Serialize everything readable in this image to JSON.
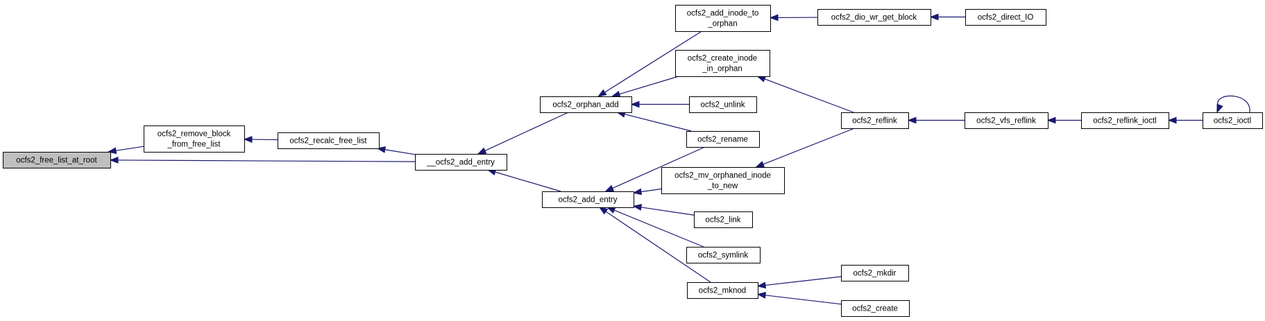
{
  "root": "ocfs2_free_list_at_root",
  "nodes": {
    "root": [
      "ocfs2_free_list_at_root"
    ],
    "remove_block": [
      "ocfs2_remove_block",
      "_from_free_list"
    ],
    "recalc": [
      "ocfs2_recalc_free_list"
    ],
    "add_entry_dunder": [
      "__ocfs2_add_entry"
    ],
    "orphan_add": [
      "ocfs2_orphan_add"
    ],
    "add_entry": [
      "ocfs2_add_entry"
    ],
    "add_inode_to_orphan": [
      "ocfs2_add_inode_to",
      "_orphan"
    ],
    "create_inode_in_orphan": [
      "ocfs2_create_inode",
      "_in_orphan"
    ],
    "unlink": [
      "ocfs2_unlink"
    ],
    "rename": [
      "ocfs2_rename"
    ],
    "mv_orphaned": [
      "ocfs2_mv_orphaned_inode",
      "_to_new"
    ],
    "link": [
      "ocfs2_link"
    ],
    "symlink": [
      "ocfs2_symlink"
    ],
    "mknod": [
      "ocfs2_mknod"
    ],
    "dio_wr": [
      "ocfs2_dio_wr_get_block"
    ],
    "direct_io": [
      "ocfs2_direct_IO"
    ],
    "reflink": [
      "ocfs2_reflink"
    ],
    "vfs_reflink": [
      "ocfs2_vfs_reflink"
    ],
    "reflink_ioctl": [
      "ocfs2_reflink_ioctl"
    ],
    "ioctl": [
      "ocfs2_ioctl"
    ],
    "mkdir": [
      "ocfs2_mkdir"
    ],
    "create": [
      "ocfs2_create"
    ]
  },
  "edges": [
    {
      "from": "remove_block",
      "to": "root"
    },
    {
      "from": "add_entry_dunder",
      "to": "root"
    },
    {
      "from": "recalc",
      "to": "remove_block"
    },
    {
      "from": "add_entry_dunder",
      "to": "recalc"
    },
    {
      "from": "orphan_add",
      "to": "add_entry_dunder"
    },
    {
      "from": "add_entry",
      "to": "add_entry_dunder"
    },
    {
      "from": "add_inode_to_orphan",
      "to": "orphan_add"
    },
    {
      "from": "create_inode_in_orphan",
      "to": "orphan_add"
    },
    {
      "from": "unlink",
      "to": "orphan_add"
    },
    {
      "from": "rename",
      "to": "orphan_add"
    },
    {
      "from": "rename",
      "to": "add_entry"
    },
    {
      "from": "mv_orphaned",
      "to": "add_entry"
    },
    {
      "from": "link",
      "to": "add_entry"
    },
    {
      "from": "symlink",
      "to": "add_entry"
    },
    {
      "from": "mknod",
      "to": "add_entry"
    },
    {
      "from": "dio_wr",
      "to": "add_inode_to_orphan"
    },
    {
      "from": "direct_io",
      "to": "dio_wr"
    },
    {
      "from": "reflink",
      "to": "create_inode_in_orphan"
    },
    {
      "from": "reflink",
      "to": "mv_orphaned"
    },
    {
      "from": "vfs_reflink",
      "to": "reflink"
    },
    {
      "from": "reflink_ioctl",
      "to": "vfs_reflink"
    },
    {
      "from": "ioctl",
      "to": "reflink_ioctl"
    },
    {
      "from": "ioctl",
      "to": "ioctl"
    },
    {
      "from": "mkdir",
      "to": "mknod"
    },
    {
      "from": "create",
      "to": "mknod"
    }
  ]
}
